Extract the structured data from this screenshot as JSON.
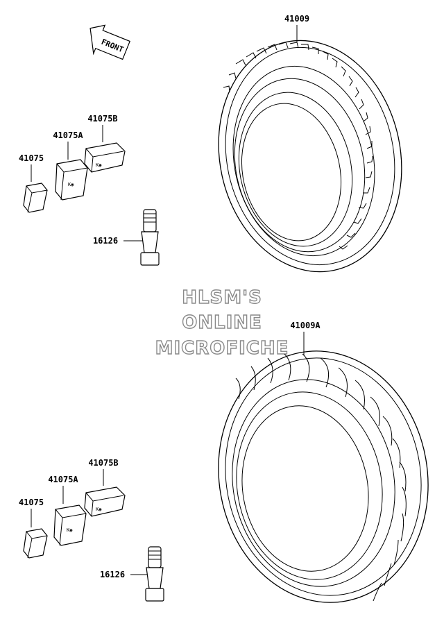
{
  "direction_arrow": {
    "label": "FRONT"
  },
  "watermark": {
    "line1": "HLSM'S",
    "line2": "ONLINE",
    "line3": "MICROFICHE"
  },
  "top_group": {
    "tire_label": "41009",
    "weight_b_label": "41075B",
    "weight_a_label": "41075A",
    "weight_label": "41075",
    "valve_label": "16126"
  },
  "bottom_group": {
    "tire_label": "41009A",
    "weight_b_label": "41075B",
    "weight_a_label": "41075A",
    "weight_label": "41075",
    "valve_label": "16126"
  }
}
